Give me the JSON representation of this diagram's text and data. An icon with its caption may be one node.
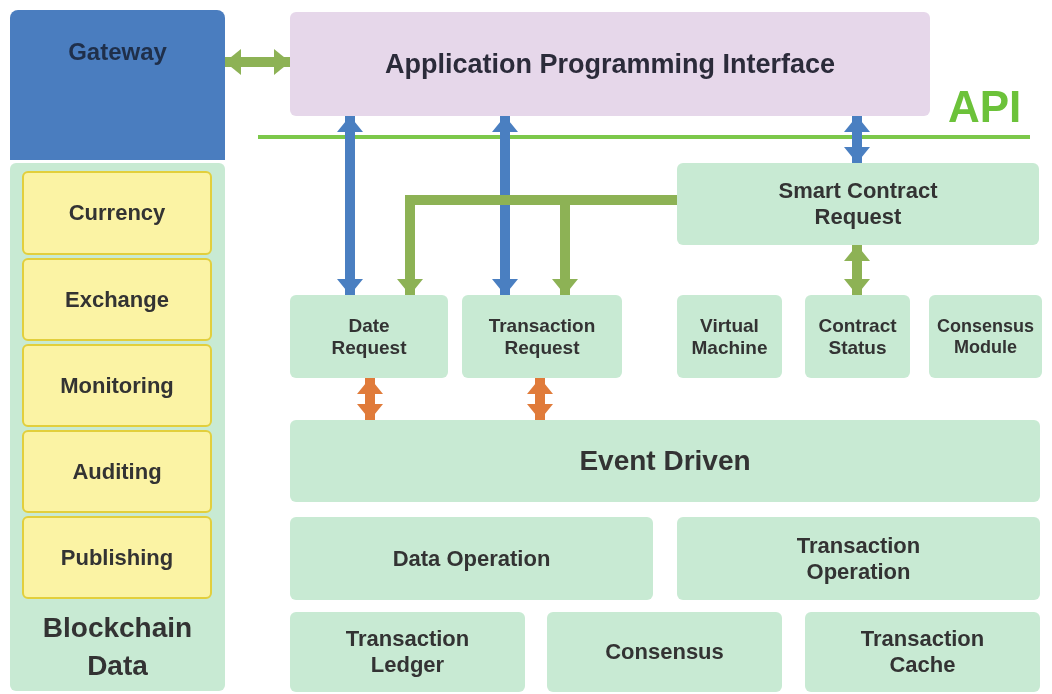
{
  "diagram": {
    "nodes": [
      {
        "text": [
          "Gateway"
        ]
      },
      {
        "text": [
          "Blockchain Data"
        ]
      },
      {
        "text": [
          "Currency"
        ],
        "in": 1
      },
      {
        "text": [
          "Exchange"
        ],
        "in": 1
      },
      {
        "text": [
          "Monitoring"
        ],
        "in": 1
      },
      {
        "text": [
          "Auditing"
        ],
        "in": 1
      },
      {
        "text": [
          "Publishing"
        ],
        "in": 1
      },
      {
        "text": [
          "Application Programming Interface"
        ]
      },
      {
        "text": [
          "Smart Contract Request"
        ]
      },
      {
        "text": [
          "Date Request"
        ]
      },
      {
        "text": [
          "Transaction Request"
        ]
      },
      {
        "text": [
          "Virtual Machine"
        ]
      },
      {
        "text": [
          "Contract Status"
        ]
      },
      {
        "text": [
          "Consensus Module"
        ]
      },
      {
        "text": [
          "Event Driven"
        ]
      },
      {
        "text": [
          "Data Operation"
        ]
      },
      {
        "text": [
          "Transaction Operation"
        ]
      },
      {
        "text": [
          "Transaction Ledger"
        ]
      },
      {
        "text": [
          "Consensus"
        ]
      },
      {
        "text": [
          "Transaction Cache"
        ]
      }
    ],
    "edges": [
      {
        "from": 0,
        "to": 7,
        "arrow": "both",
        "color": "#8db255"
      },
      {
        "from": 7,
        "to": 9,
        "arrow": "both",
        "color": "#4a7fc1"
      },
      {
        "from": 7,
        "to": 10,
        "arrow": "both",
        "color": "#4a7fc1"
      },
      {
        "from": 7,
        "to": 8,
        "arrow": "both",
        "color": "#4a7fc1"
      },
      {
        "from": 8,
        "to": 9,
        "arrow": "to",
        "color": "#8db255"
      },
      {
        "from": 8,
        "to": 10,
        "arrow": "to",
        "color": "#8db255"
      },
      {
        "from": 8,
        "to": 12,
        "arrow": "both",
        "color": "#8db255"
      },
      {
        "from": 9,
        "to": 14,
        "arrow": "both",
        "color": "#e07b3a"
      },
      {
        "from": 10,
        "to": 14,
        "arrow": "both",
        "color": "#e07b3a"
      }
    ],
    "labels": [
      "API"
    ]
  }
}
